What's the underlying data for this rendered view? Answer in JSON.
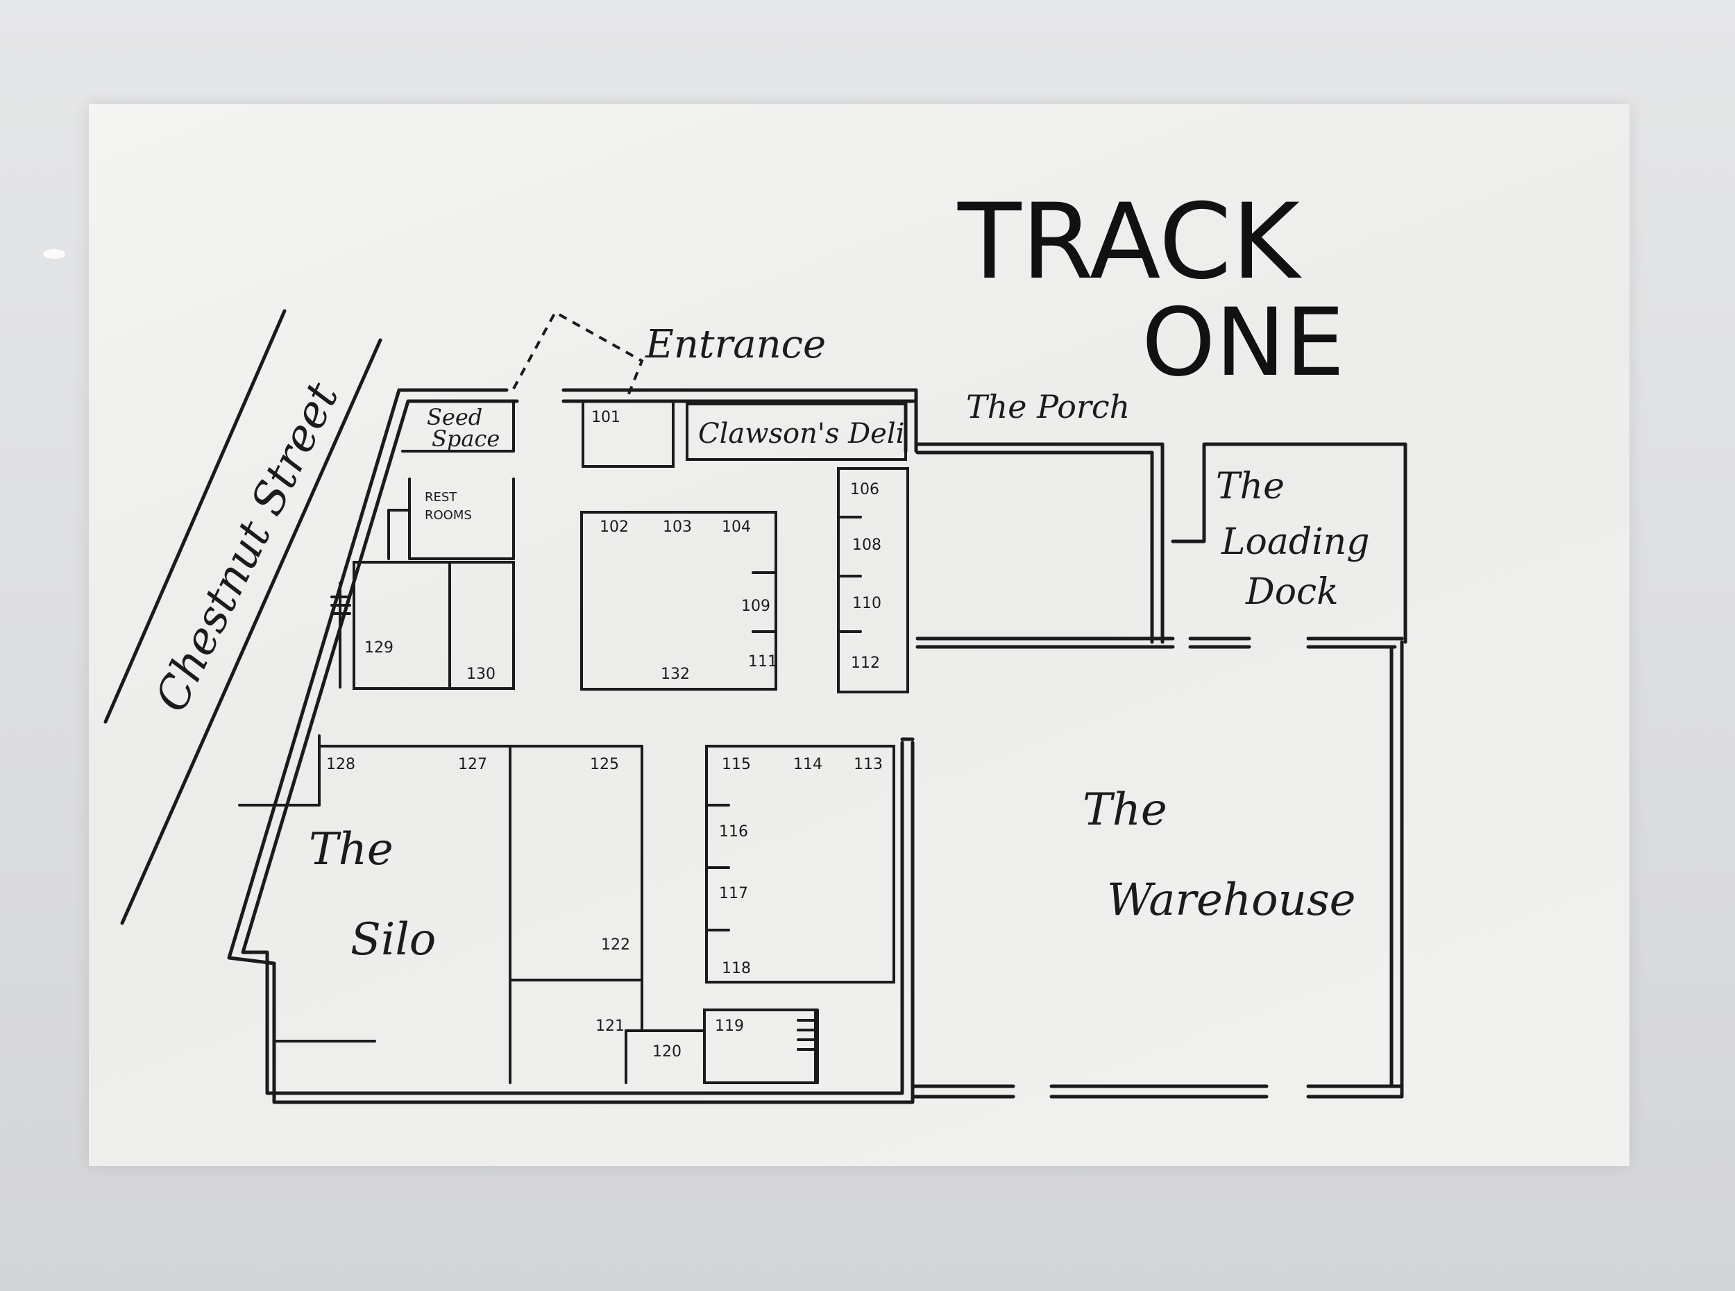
{
  "title": {
    "line1": "TRACK",
    "line2": "ONE"
  },
  "street": "Chestnut Street",
  "entrance": "Entrance",
  "areas": {
    "seed_space": {
      "line1": "Seed",
      "line2": "Space"
    },
    "restrooms": {
      "line1": "REST",
      "line2": "ROOMS"
    },
    "clawsons_deli": "Clawson's Deli",
    "porch": "The Porch",
    "loading_dock": {
      "line1": "The",
      "line2": "Loading",
      "line3": "Dock"
    },
    "silo": {
      "line1": "The",
      "line2": "Silo"
    },
    "warehouse": {
      "line1": "The",
      "line2": "Warehouse"
    }
  },
  "room_numbers": [
    "101",
    "102",
    "103",
    "104",
    "106",
    "108",
    "109",
    "110",
    "111",
    "112",
    "113",
    "114",
    "115",
    "116",
    "117",
    "118",
    "119",
    "120",
    "121",
    "122",
    "125",
    "127",
    "128",
    "129",
    "130",
    "132"
  ]
}
